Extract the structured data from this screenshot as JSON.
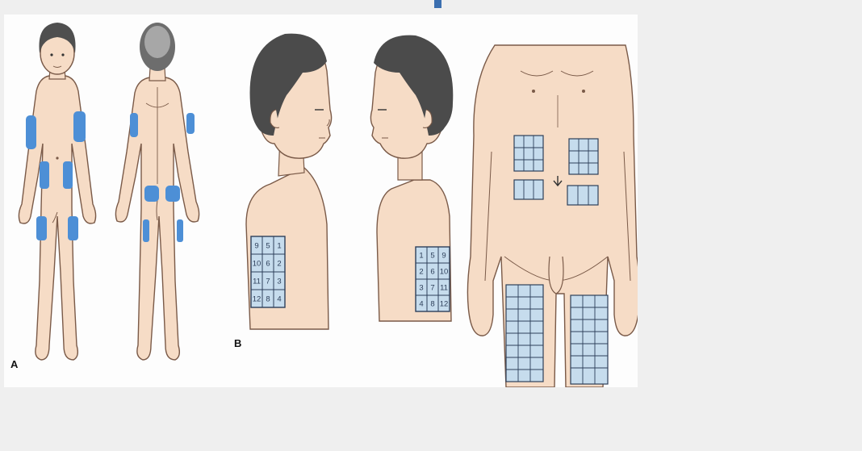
{
  "figure": {
    "panel_labels": {
      "a": "A",
      "b": "B"
    },
    "colors": {
      "skin": "#f6dcc6",
      "skin_stroke": "#7a5a48",
      "hair": "#5a5a5a",
      "site_blue": "#4d8fd6",
      "grid_fill": "#c6dced",
      "grid_stroke": "#2d3f5a",
      "page_bg": "#efefef",
      "panel_bg": "#fdfdfd",
      "accent": "#3b6fb0"
    },
    "arm_grid_left": [
      "9",
      "5",
      "1",
      "10",
      "6",
      "2",
      "11",
      "7",
      "3",
      "12",
      "8",
      "4"
    ],
    "arm_grid_right": [
      "1",
      "5",
      "9",
      "2",
      "6",
      "10",
      "3",
      "7",
      "11",
      "4",
      "8",
      "12"
    ],
    "icons": [
      "child-front-figure",
      "child-back-figure",
      "head-right-profile",
      "head-left-profile",
      "torso-front-figure"
    ]
  }
}
